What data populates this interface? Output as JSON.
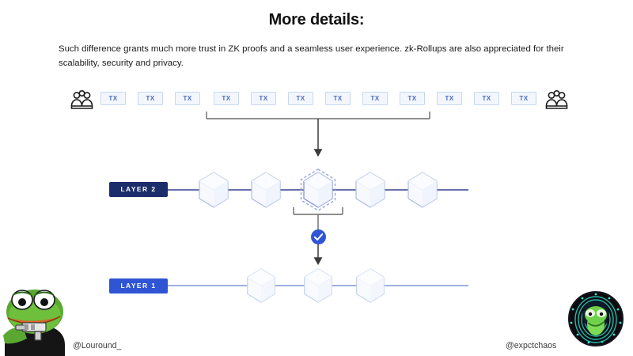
{
  "slide": {
    "title": "More details:",
    "paragraph": "Such difference grants much more trust in ZK proofs and a seamless user experience. zk-Rollups are also appreciated for their scalability, security and privacy.",
    "background_color": "#ffffff"
  },
  "tx_strip": {
    "left_actor_icon": "users-group-icon",
    "right_actor_icon": "users-group-icon",
    "tx_label": "TX",
    "tx_count": 12,
    "boxes": [
      {
        "label": "TX",
        "batched": false
      },
      {
        "label": "TX",
        "batched": false
      },
      {
        "label": "TX",
        "batched": false
      },
      {
        "label": "TX",
        "batched": true
      },
      {
        "label": "TX",
        "batched": true
      },
      {
        "label": "TX",
        "batched": true
      },
      {
        "label": "TX",
        "batched": true
      },
      {
        "label": "TX",
        "batched": true
      },
      {
        "label": "TX",
        "batched": true
      },
      {
        "label": "TX",
        "batched": false
      },
      {
        "label": "TX",
        "batched": false
      },
      {
        "label": "TX",
        "batched": false
      }
    ],
    "box_fill": "#f3f7fd",
    "box_border": "#c7d7f2",
    "box_text_color": "#4a6cc4"
  },
  "batch_bracket": {
    "span_start_index": 3,
    "span_end_index": 8,
    "arrow_direction": "down",
    "color": "#5a5a5a"
  },
  "layer2": {
    "badge_label": "LAYER 2",
    "badge_color": "#1b2d6b",
    "block_count": 5,
    "highlighted_block_index": 2,
    "highlight_style": "dashed-hexagon-outline",
    "chain_line_color": "#33418f",
    "block_fill": "#f7f9fe",
    "block_border": "#aebbe6"
  },
  "settlement": {
    "bracket_color": "#5a5a5a",
    "check_icon": "check-circle-icon",
    "check_circle_color": "#2f55d4",
    "check_mark_color": "#ffffff",
    "arrow_direction": "down"
  },
  "layer1": {
    "badge_label": "LAYER 1",
    "badge_color": "#2f55d4",
    "block_count": 3,
    "chain_line_color": "#8fa5dc",
    "block_fill": "#f8fafe",
    "block_border": "#c3d0ef"
  },
  "footer": {
    "left_handle": "@Louround_",
    "right_handle": "@expctchaos",
    "left_avatar_icon": "pepe-avatar",
    "right_avatar_icon": "chaos-avatar"
  }
}
